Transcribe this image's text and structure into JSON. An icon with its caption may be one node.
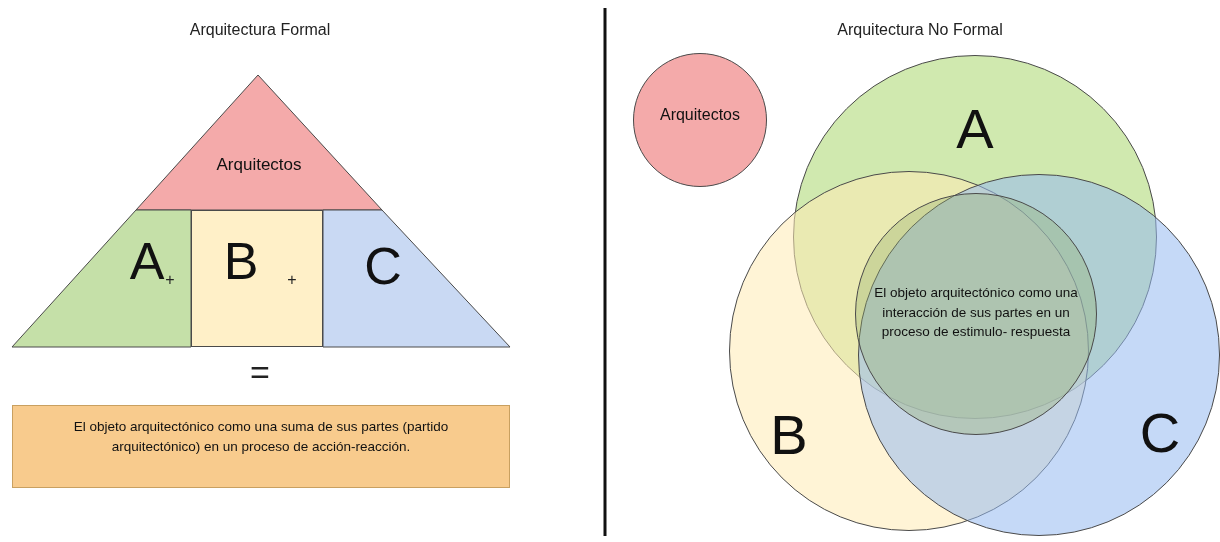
{
  "diagram": {
    "nodes": [
      {
        "text": [
          "Arquitectos"
        ]
      },
      {
        "text": [
          "A"
        ]
      },
      {
        "text": [
          "B"
        ]
      },
      {
        "text": [
          "C"
        ]
      },
      {
        "text": [
          "El objeto arquitectónico como una suma de sus partes (partido arquitectónico) en un proceso de acción-reacción."
        ]
      },
      {
        "text": [
          "Arquitectos"
        ]
      },
      {
        "text": [
          "A"
        ]
      },
      {
        "text": [
          "B"
        ]
      },
      {
        "text": [
          "C"
        ]
      },
      {
        "text": [
          "El objeto arquitectónico como una interacción de sus partes en un proceso de estimulo- respuesta"
        ]
      }
    ],
    "edges": [],
    "labels": [
      "Arquitectura Formal",
      "+",
      "+",
      "=",
      "Arquitectura No Formal"
    ]
  }
}
